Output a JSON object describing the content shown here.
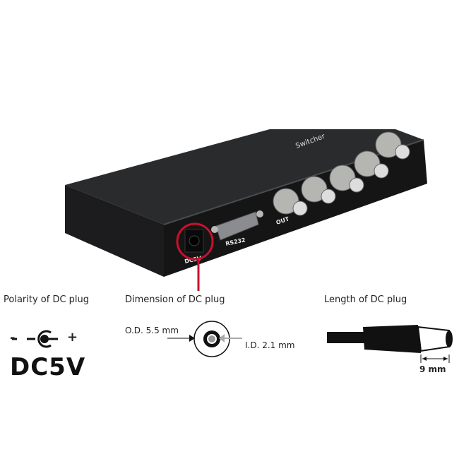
{
  "device": {
    "top_label": "Switcher",
    "port_labels": {
      "serial": "RS232",
      "output": "OUT",
      "power": "DC5V"
    },
    "highlight_color": "#c8102e"
  },
  "sections": [
    {
      "title": "Polarity of DC plug",
      "minus": "-",
      "plus": "+",
      "voltage": "DC5V"
    },
    {
      "title": "Dimension of DC plug",
      "outer": "O.D.  5.5 mm",
      "inner": "I.D.  2.1 mm"
    },
    {
      "title": "Length of DC plug",
      "length": "9 mm"
    }
  ]
}
